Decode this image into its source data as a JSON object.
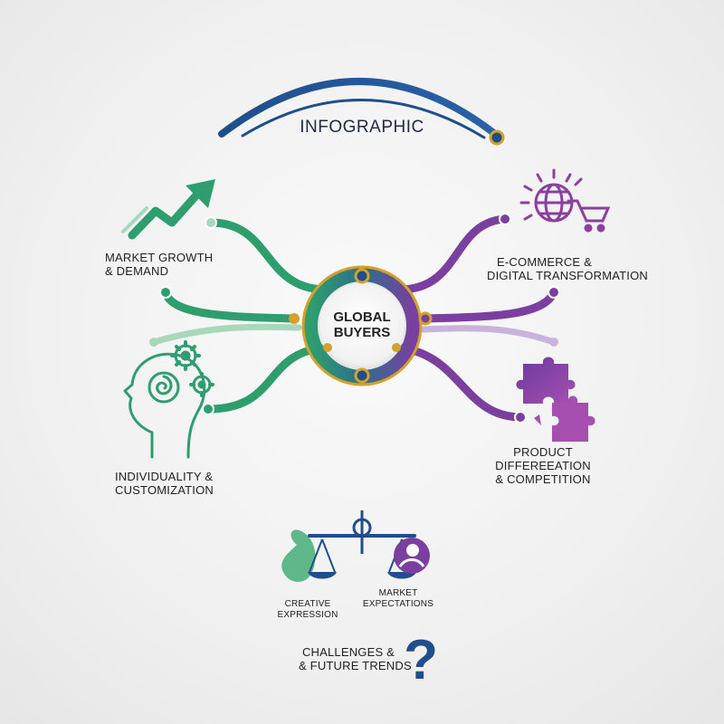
{
  "title": "INFOGRAPHIC",
  "center": {
    "line1": "GLOBAL",
    "line2": "BUYERS"
  },
  "nodes": {
    "market_growth": {
      "line1": "MARKET GROWTH",
      "line2": "& DEMAND"
    },
    "ecommerce": {
      "line1": "E-COMMERCE &",
      "line2": "DIGITAL TRANSFORMATION"
    },
    "individuality": {
      "line1": "INDIVIDUALITY &",
      "line2": "CUSTOMIZATION"
    },
    "product": {
      "line1": "PRODUCT",
      "line2": "DIFFEREEATION",
      "line3": "& COMPETITION"
    },
    "creative": {
      "line1": "CREATIVE",
      "line2": "EXPRESSION"
    },
    "market_expectations": {
      "line1": "MARKET",
      "line2": "EXPECTATIONS"
    },
    "challenges": {
      "line1": "CHALLENGES &",
      "line2": "& FUTURE TRENDS"
    }
  },
  "colors": {
    "green": "#2e9e6e",
    "light_green": "#a8d8b9",
    "purple": "#7b3fa0",
    "light_purple": "#c9b3dc",
    "navy": "#1f4e8c",
    "gold": "#d4a12a"
  }
}
